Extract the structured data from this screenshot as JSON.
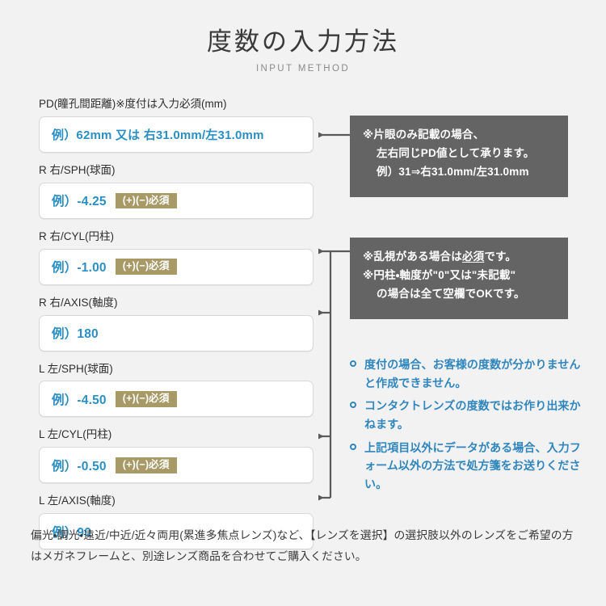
{
  "header": {
    "title_ja": "度数の入力方法",
    "title_en": "INPUT METHOD"
  },
  "fields": [
    {
      "label": "PD(瞳孔間距離)※度付は入力必須(mm)",
      "placeholder": "例）62mm 又は 右31.0mm/左31.0mm",
      "badge": ""
    },
    {
      "label": "R 右/SPH(球面)",
      "placeholder": "例）-4.25",
      "badge": "(+)(−)必須"
    },
    {
      "label": "R 右/CYL(円柱)",
      "placeholder": "例）-1.00",
      "badge": "(+)(−)必須"
    },
    {
      "label": "R 右/AXIS(軸度)",
      "placeholder": "例）180",
      "badge": ""
    },
    {
      "label": "L 左/SPH(球面)",
      "placeholder": "例）-4.50",
      "badge": "(+)(−)必須"
    },
    {
      "label": "L 左/CYL(円柱)",
      "placeholder": "例）-0.50",
      "badge": "(+)(−)必須"
    },
    {
      "label": "L 左/AXIS(軸度)",
      "placeholder": "例）90",
      "badge": ""
    }
  ],
  "callout_pd": {
    "line1": "※片眼のみ記載の場合、",
    "line2": "左右同じPD値として承ります。",
    "line3": "例）31⇒右31.0mm/左31.0mm"
  },
  "callout_cyl": {
    "line1_pre": "※乱視がある場合は",
    "line1_u": "必須",
    "line1_post": "です。",
    "line2": "※円柱・軸度が\"0\"又は\"未記載\"",
    "line3": "の場合は全て空欄でOKです。"
  },
  "notes": [
    "度付の場合、お客様の度数が分かりませんと作成できません。",
    "コンタクトレンズの度数ではお作り出来かねます。",
    "上記項目以外にデータがある場合、入力フォーム以外の方法で処方箋をお送りください。"
  ],
  "footer": {
    "text": "偏光・調光・遠近/中近/近々両用(累進多焦点レンズ)など、【レンズを選択】の選択肢以外のレンズをご希望の方はメガネフレームと、別途レンズ商品を合わせてご購入ください。"
  },
  "colors": {
    "background": "#f2f2f2",
    "callout_bg": "#646464",
    "badge_bg": "#a89a66",
    "placeholder_blue": "#2b8fc4",
    "note_blue": "#2f86bd",
    "connector": "#5a5a5a",
    "input_border": "#d8d8d8"
  }
}
